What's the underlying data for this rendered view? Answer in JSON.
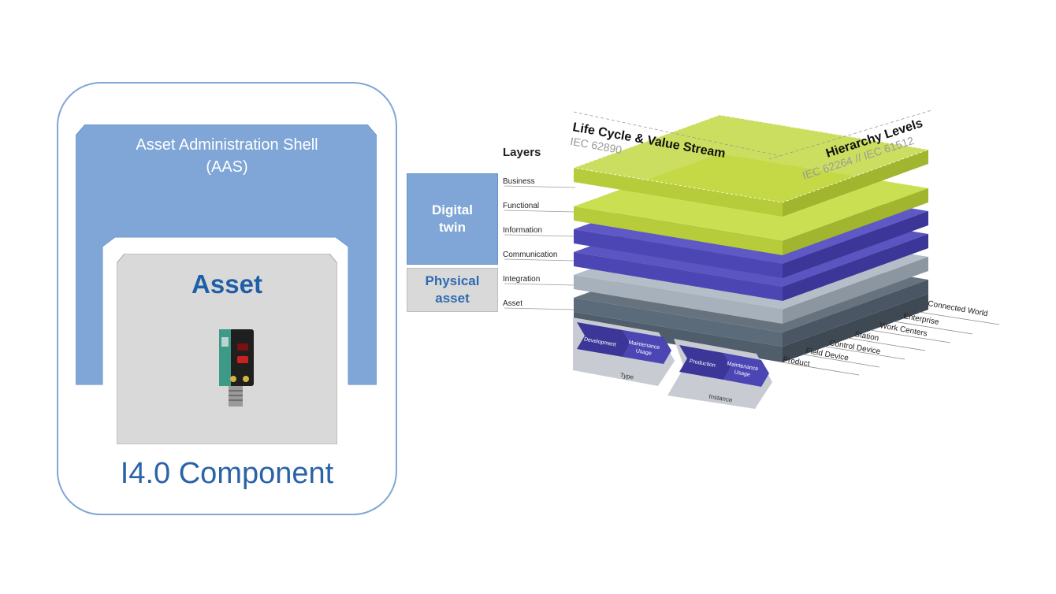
{
  "component": {
    "aas_label": "Asset Administration Shell\n(AAS)",
    "asset_label": "Asset",
    "component_label": "I4.0 Component"
  },
  "rami": {
    "digital_twin_label": "Digital\ntwin",
    "physical_asset_label": "Physical\nasset",
    "layers_heading": "Layers",
    "layers": [
      "Business",
      "Functional",
      "Information",
      "Communication",
      "Integration",
      "Asset"
    ],
    "lifecycle_title": "Life Cycle & Value Stream",
    "lifecycle_standard": "IEC 62890",
    "hierarchy_title": "Hierarchy Levels",
    "hierarchy_standard": "IEC 62264 // IEC 61512",
    "hierarchy_levels": [
      "Product",
      "Field Device",
      "Control Device",
      "Station",
      "Work Centers",
      "Enterprise",
      "Connected World"
    ],
    "lifecycle_type": {
      "stages": [
        "Development",
        "Maintenance\nUsage"
      ],
      "label": "Type"
    },
    "lifecycle_instance": {
      "stages": [
        "Production",
        "Maintenance\nUsage"
      ],
      "label": "Instance"
    }
  },
  "colors": {
    "aas_blue": "#7fa6d6",
    "asset_gray": "#d9d9d9",
    "layer_lime": "#c3d843",
    "layer_purple": "#4b46b4",
    "layer_gray": "#a7b1bc",
    "layer_slate": "#5c6b79"
  }
}
